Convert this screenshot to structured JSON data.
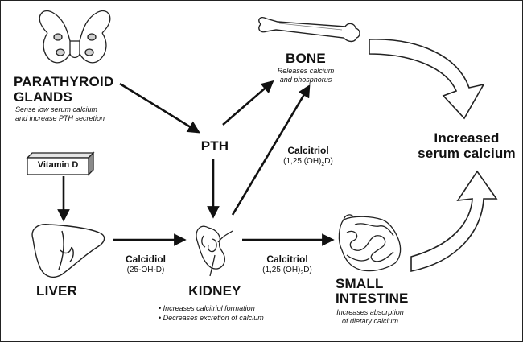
{
  "nodes": {
    "parathyroid": {
      "title_line1": "PARATHYROID",
      "title_line2": "GLANDS",
      "note_line1": "Sense low serum calcium",
      "note_line2": "and  increase PTH secretion"
    },
    "bone": {
      "title": "BONE",
      "note_line1": "Releases calcium",
      "note_line2": "and phosphorus"
    },
    "pth": {
      "title": "PTH"
    },
    "vitamin_d": {
      "label": "Vitamin D"
    },
    "liver": {
      "title": "LIVER"
    },
    "kidney": {
      "title": "KIDNEY",
      "bullet1": "• Increases calcitriol formation",
      "bullet2": "• Decreases excretion of calcium"
    },
    "small_intestine": {
      "title_line1": "SMALL",
      "title_line2": "INTESTINE",
      "note_line1": "Increases absorption",
      "note_line2": "of dietary calcium"
    },
    "outcome": {
      "line1": "Increased",
      "line2": "serum calcium"
    }
  },
  "edge_labels": {
    "calcidiol": {
      "name": "Calcidiol",
      "formula": "(25-OH-D)"
    },
    "calcitriol_bone": {
      "name": "Calcitriol",
      "formula_pre": "(1,25 (OH)",
      "formula_sub": "2",
      "formula_post": "D)"
    },
    "calcitriol_intestine": {
      "name": "Calcitriol",
      "formula_pre": "(1,25 (OH)",
      "formula_sub": "2",
      "formula_post": "D)"
    }
  }
}
